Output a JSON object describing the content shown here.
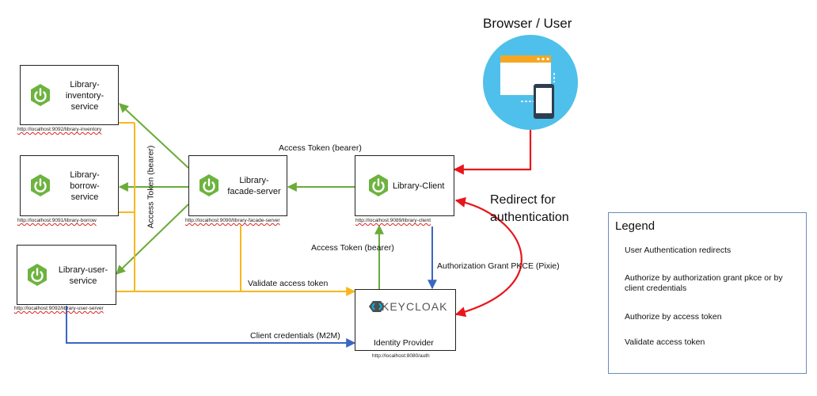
{
  "browser": {
    "title": "Browser / User"
  },
  "services": {
    "inventory": {
      "name_lines": [
        "Library-",
        "inventory-",
        "service"
      ],
      "url": "http://localhost:9092/library-inventory"
    },
    "borrow": {
      "name_lines": [
        "Library-",
        "borrow-",
        "service"
      ],
      "url": "http://localhost:9091/library-borrow"
    },
    "user": {
      "name_lines": [
        "Library-user-",
        "service"
      ],
      "url": "http://localhost:9092/library-user-server"
    },
    "facade": {
      "name_lines": [
        "Library-",
        "facade-server"
      ],
      "url": "http://localhost:9090/library-facade-server"
    },
    "client": {
      "name": "Library-Client",
      "url": "http://localhost:9089/library-client"
    }
  },
  "idp": {
    "logo": "KEYCLOAK",
    "name": "Identity Provider",
    "url": "http://localhost:8080/auth"
  },
  "labels": {
    "access_token_top": "Access Token (bearer)",
    "access_token_vertical": "Access Token (bearer)",
    "access_token_mid": "Access Token (bearer)",
    "authz_grant": "Authorization Grant PKCE (Pixie)",
    "validate": "Validate access token",
    "client_credentials": "Client credentials (M2M)",
    "redirect_line1": "Redirect for",
    "redirect_line2": "authentication"
  },
  "legend": {
    "title": "Legend",
    "items": [
      {
        "text": "User Authentication redirects",
        "color": "#e8161b"
      },
      {
        "text": "Authorize by authorization grant pkce or by client credentials",
        "color": "#3a66c4"
      },
      {
        "text": "Authorize by access token",
        "color": "#6aab3a"
      },
      {
        "text": "Validate access token",
        "color": "#f8b81c"
      }
    ]
  },
  "colors": {
    "red": "#e8161b",
    "blue": "#3a66c4",
    "green": "#6aab3a",
    "yellow": "#f8b81c",
    "spring": "#6db33f",
    "browser_circle": "#4fc0eb"
  },
  "icons": [
    "spring-power-icon",
    "browser-device-icon",
    "keycloak-logo-icon"
  ]
}
